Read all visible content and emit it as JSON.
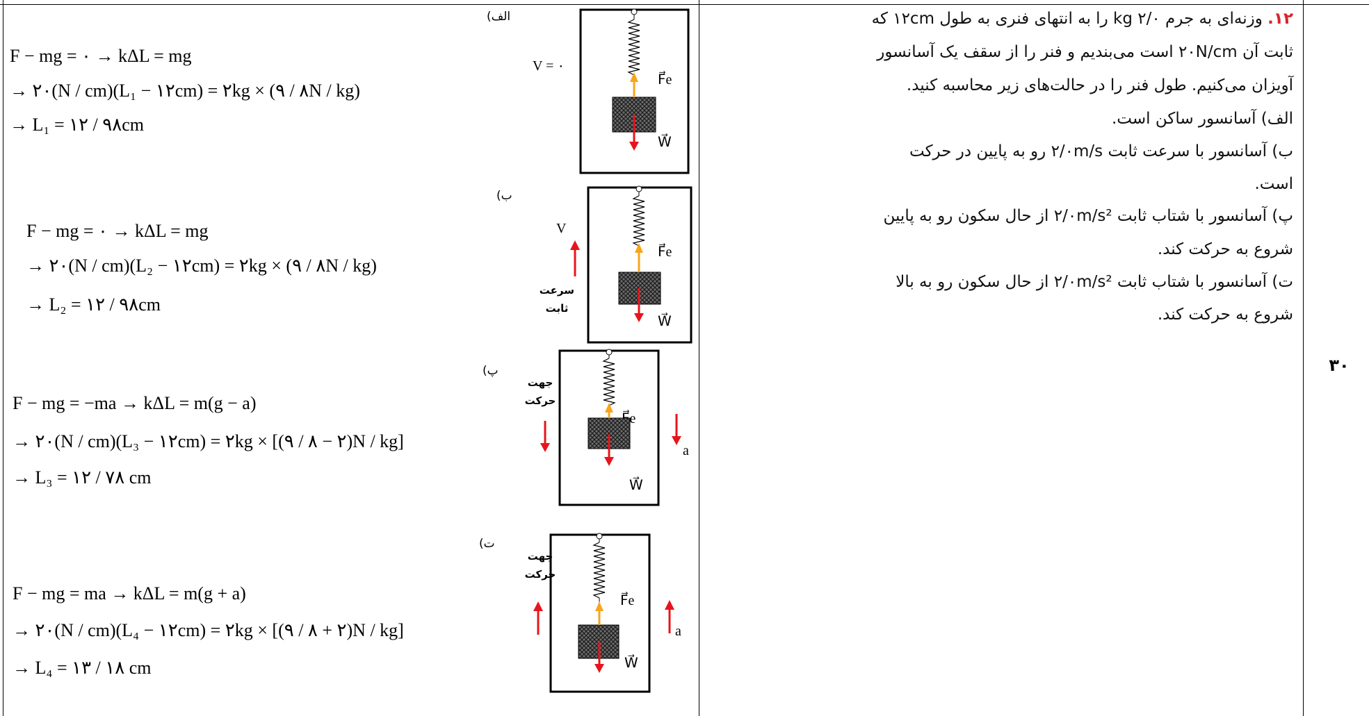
{
  "question": {
    "number_marker": "۱۲.",
    "lines": [
      "وزنه‌ای به جرم ۲/۰ kg را به انتهای فنری به طول ۱۲cm که",
      "ثابت آن ۲۰N/cm است می‌بندیم و فنر را از سقف یک آسانسور",
      "آویزان می‌کنیم. طول فنر را در حالت‌های زیر محاسبه کنید.",
      "الف) آسانسور ساکن است.",
      "ب) آسانسور با سرعت ثابت ۲/۰m/s رو به پایین در حرکت",
      "است.",
      "پ) آسانسور با شتاب ثابت ۲/۰m/s² از حال سکون رو به پایین",
      "شروع به حرکت کند.",
      "ت) آسانسور با شتاب ثابت ۲/۰m/s² از حال سکون رو به بالا",
      "شروع به حرکت کند."
    ]
  },
  "row_number": "۳۰",
  "parts": [
    {
      "label": "الف)",
      "eq": [
        "F − mg = ۰ → kΔL = mg",
        "→ ۲۰(N / cm)(L₁ − ۱۲cm) = ۲kg × (۹ / ۸N / kg)",
        "→ L₁ = ۱۲ / ۹۸cm"
      ],
      "left_label": "V = ۰"
    },
    {
      "label": "ب)",
      "eq": [
        "F − mg = ۰ → kΔL = mg",
        "→ ۲۰(N / cm)(L₂ − ۱۲cm) = ۲kg × (۹ / ۸N / kg)",
        "→ L₂ = ۱۲ / ۹۸cm"
      ],
      "left_label": "V",
      "note": [
        "سرعت",
        "ثابت"
      ]
    },
    {
      "label": "پ)",
      "eq": [
        "F − mg = −ma → kΔL = m(g − a)",
        "→ ۲۰(N / cm)(L₃ − ۱۲cm) = ۲kg × [(۹ / ۸ − ۲)N / kg]",
        "→ L₃ = ۱۲ / ۷۸ cm"
      ],
      "note": [
        "جهت",
        "حرکت"
      ]
    },
    {
      "label": "ت)",
      "eq": [
        "F − mg = ma → kΔL = m(g + a)",
        "→ ۲۰(N / cm)(L₄ − ۱۲cm) = ۲kg × [(۹ / ۸ + ۲)N / kg]",
        "→ L₄ = ۱۳ / ۱۸ cm"
      ],
      "note": [
        "جهت",
        "حرکت"
      ]
    }
  ],
  "symbols": {
    "fe": "F⃗e",
    "w": "W⃗",
    "a": "a"
  },
  "colors": {
    "arrow_red": "#e8141b",
    "arrow_orange": "#f7a51c",
    "number_red": "#d7262c"
  }
}
